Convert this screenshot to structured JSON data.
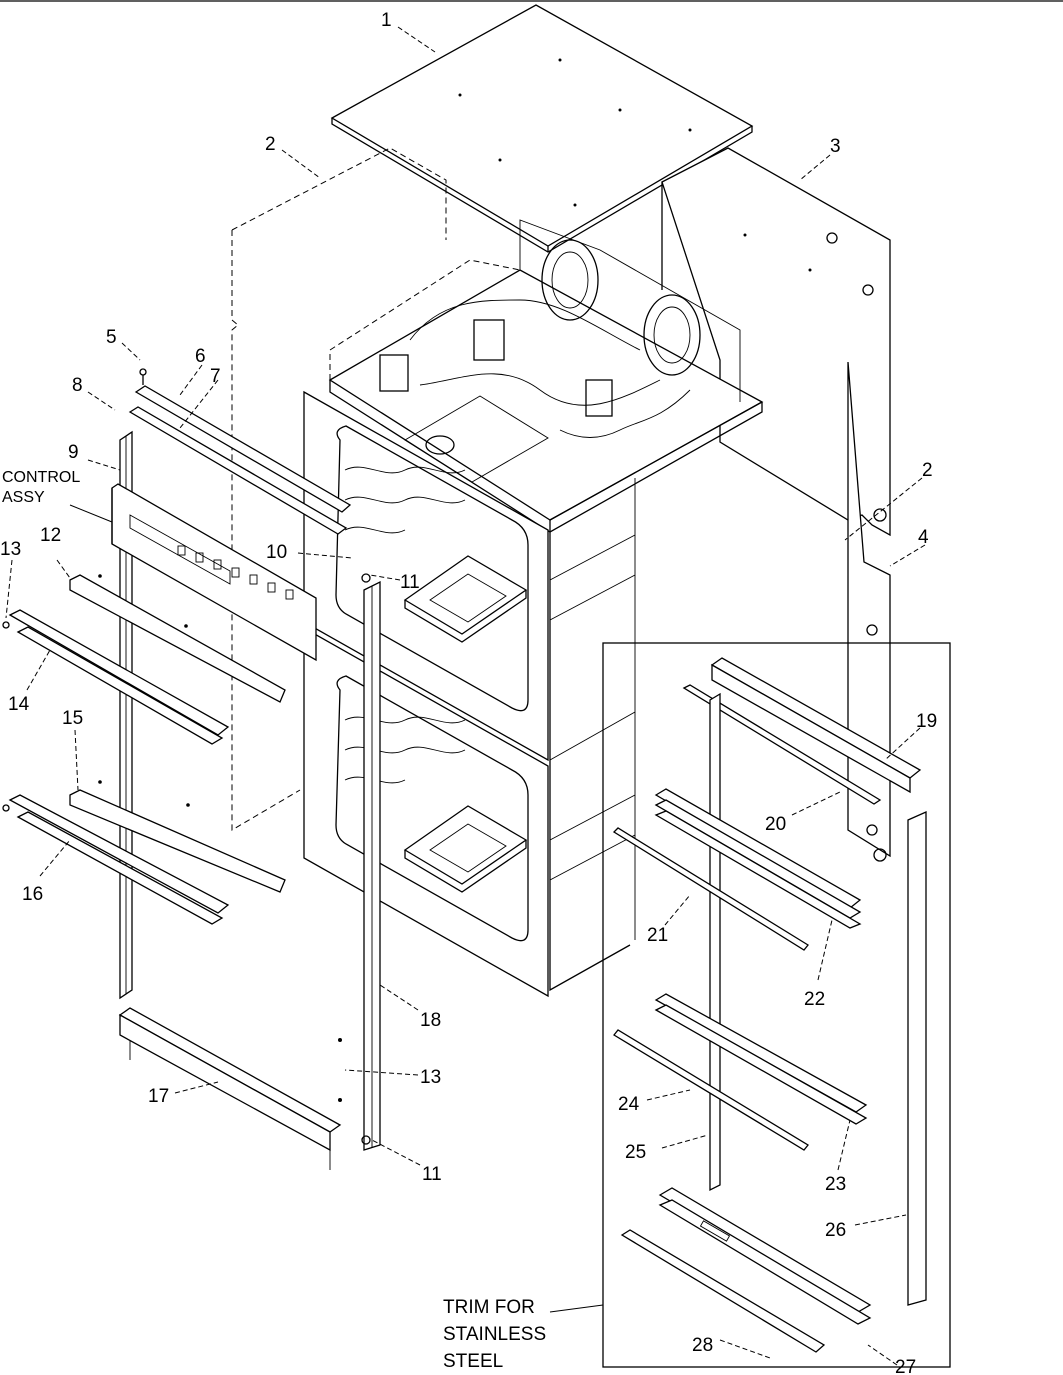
{
  "callouts": [
    {
      "id": "c1",
      "label": "1"
    },
    {
      "id": "c2a",
      "label": "2"
    },
    {
      "id": "c3",
      "label": "3"
    },
    {
      "id": "c2b",
      "label": "2"
    },
    {
      "id": "c4",
      "label": "4"
    },
    {
      "id": "c5",
      "label": "5"
    },
    {
      "id": "c6",
      "label": "6"
    },
    {
      "id": "c7",
      "label": "7"
    },
    {
      "id": "c8",
      "label": "8"
    },
    {
      "id": "c9",
      "label": "9"
    },
    {
      "id": "c10",
      "label": "10"
    },
    {
      "id": "c11a",
      "label": "11"
    },
    {
      "id": "c12",
      "label": "12"
    },
    {
      "id": "c13a",
      "label": "13"
    },
    {
      "id": "c14",
      "label": "14"
    },
    {
      "id": "c15",
      "label": "15"
    },
    {
      "id": "c16",
      "label": "16"
    },
    {
      "id": "c17",
      "label": "17"
    },
    {
      "id": "c18",
      "label": "18"
    },
    {
      "id": "c13b",
      "label": "13"
    },
    {
      "id": "c11b",
      "label": "11"
    },
    {
      "id": "c19",
      "label": "19"
    },
    {
      "id": "c20",
      "label": "20"
    },
    {
      "id": "c21",
      "label": "21"
    },
    {
      "id": "c22",
      "label": "22"
    },
    {
      "id": "c24",
      "label": "24"
    },
    {
      "id": "c25",
      "label": "25"
    },
    {
      "id": "c23",
      "label": "23"
    },
    {
      "id": "c26",
      "label": "26"
    },
    {
      "id": "c27",
      "label": "27"
    },
    {
      "id": "c28",
      "label": "28"
    }
  ],
  "notes": {
    "control_line1": "CONTROL",
    "control_line2": "ASSY",
    "trim_line1": "TRIM FOR",
    "trim_line2": "STAINLESS",
    "trim_line3": "STEEL"
  }
}
